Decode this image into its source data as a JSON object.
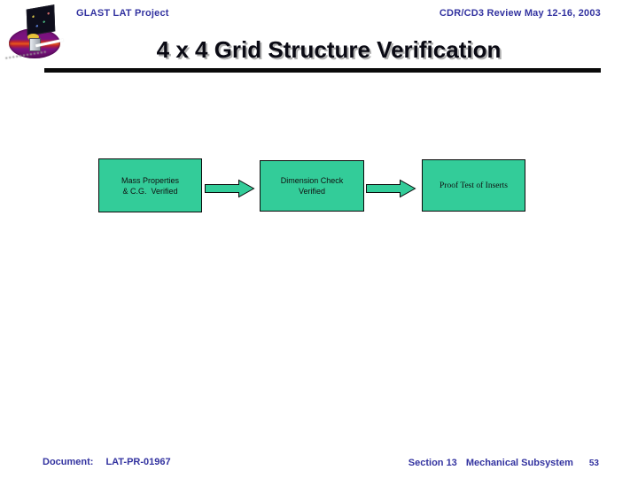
{
  "header": {
    "project": "GLAST LAT Project",
    "review": "CDR/CD3 Review May 12-16, 2003"
  },
  "title": "4 x 4 Grid Structure Verification",
  "flowchart": {
    "boxes": [
      {
        "lines": [
          "Mass Properties",
          "& C.G.  Verified"
        ]
      },
      {
        "lines": [
          "Dimension Check",
          "Verified"
        ]
      },
      {
        "lines": [
          "Proof Test of Inserts"
        ]
      }
    ],
    "arrow_count": 2
  },
  "footer": {
    "document_label": "Document:",
    "document_number": "LAT-PR-01967",
    "section": "Section 13",
    "subsystem": "Mechanical Subsystem",
    "page_number": "53"
  },
  "logo": {
    "name": "GLAST satellite logo"
  },
  "colors": {
    "header_text": "#3333a0",
    "footer_text": "#3333a0",
    "title_text": "#0a0a14",
    "title_shadow": "#b0b0b0",
    "rule": "#0a0a0a",
    "box_fill": "#33cc99",
    "box_border": "#0a0a0a",
    "arrow_fill": "#33cc99",
    "background": "#ffffff",
    "logo_ellipse": "#7c1280",
    "logo_streak_band": "#e6571e"
  }
}
